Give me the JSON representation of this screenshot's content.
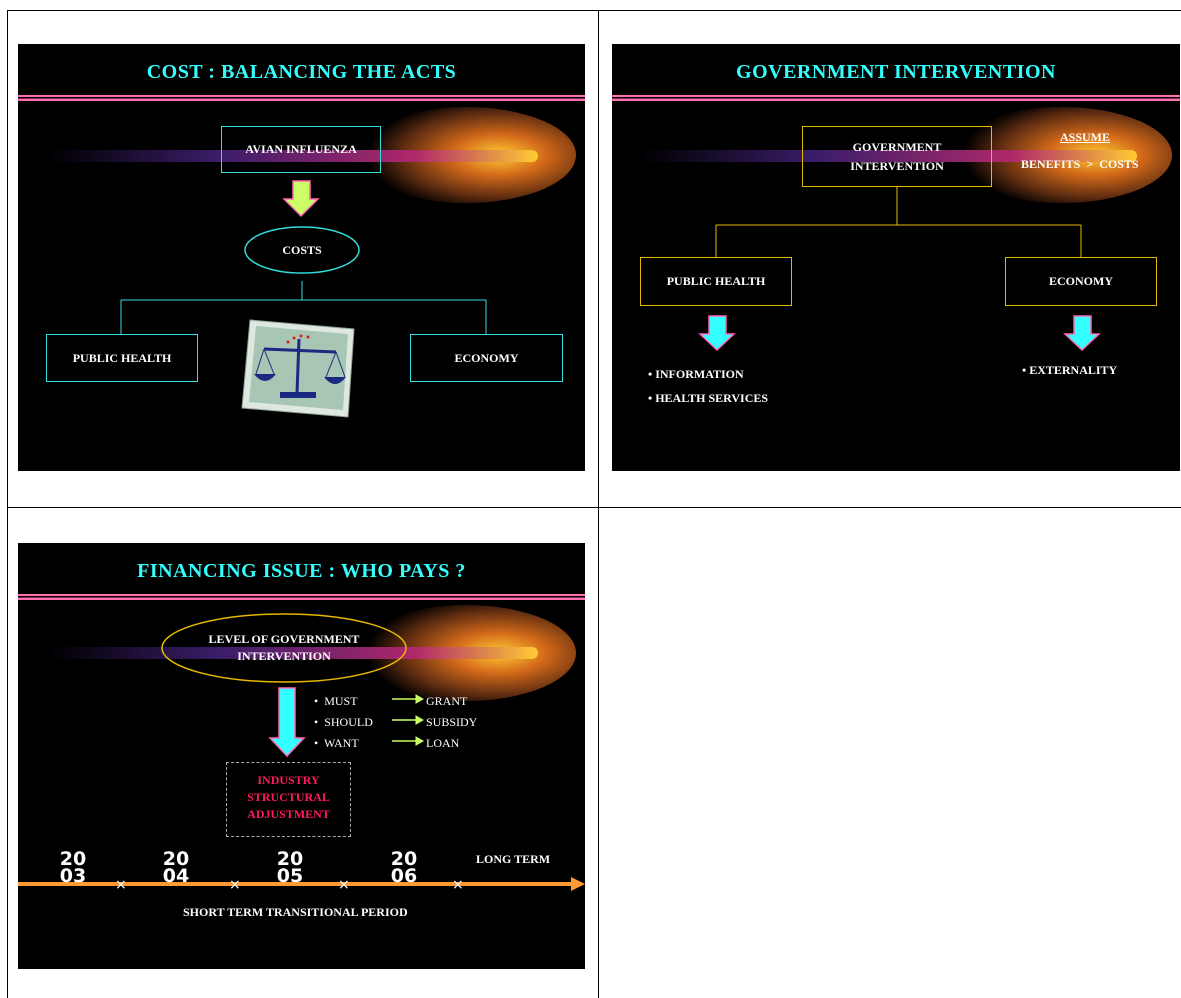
{
  "slides": {
    "cost": {
      "title": "COST : BALANCING THE ACTS",
      "avian_box": "AVIAN INFLUENZA",
      "costs_ellipse": "COSTS",
      "left_box": "PUBLIC HEALTH",
      "right_box": "ECONOMY"
    },
    "gov": {
      "title": "GOVERNMENT INTERVENTION",
      "center_line1": "GOVERNMENT",
      "center_line2": "INTERVENTION",
      "assume": "ASSUME",
      "benefits": "BENEFITS",
      "gt": ">",
      "costs": "COSTS",
      "left_box": "PUBLIC HEALTH",
      "right_box": "ECONOMY",
      "left_bullets": [
        "INFORMATION",
        "HEALTH SERVICES"
      ],
      "right_bullets": [
        "EXTERNALITY"
      ]
    },
    "fin": {
      "title": "FINANCING ISSUE : WHO PAYS ?",
      "level_line1": "LEVEL OF GOVERNMENT",
      "level_line2": "INTERVENTION",
      "rows": [
        {
          "left": "MUST",
          "right": "GRANT"
        },
        {
          "left": "SHOULD",
          "right": "SUBSIDY"
        },
        {
          "left": "WANT",
          "right": "LOAN"
        }
      ],
      "industry": [
        "INDUSTRY",
        "STRUCTURAL",
        "ADJUSTMENT"
      ],
      "years": [
        {
          "top": "20",
          "bottom": "03"
        },
        {
          "top": "20",
          "bottom": "04"
        },
        {
          "top": "20",
          "bottom": "05"
        },
        {
          "top": "20",
          "bottom": "06"
        }
      ],
      "long_term": "LONG TERM",
      "short_term": "SHORT TERM TRANSITIONAL PERIOD",
      "marker": "×"
    }
  },
  "colors": {
    "title": "#33ffff",
    "cyan_border": "#33dddd",
    "gold_border": "#e6b800",
    "pink_rule": "#ff6fb0",
    "arrow_cyan": "#33ffff",
    "arrow_green": "#ccff66",
    "arrow_pink": "#ff66b3",
    "timeline_orange": "#ff9933",
    "industry_red": "#ff1a5a"
  }
}
